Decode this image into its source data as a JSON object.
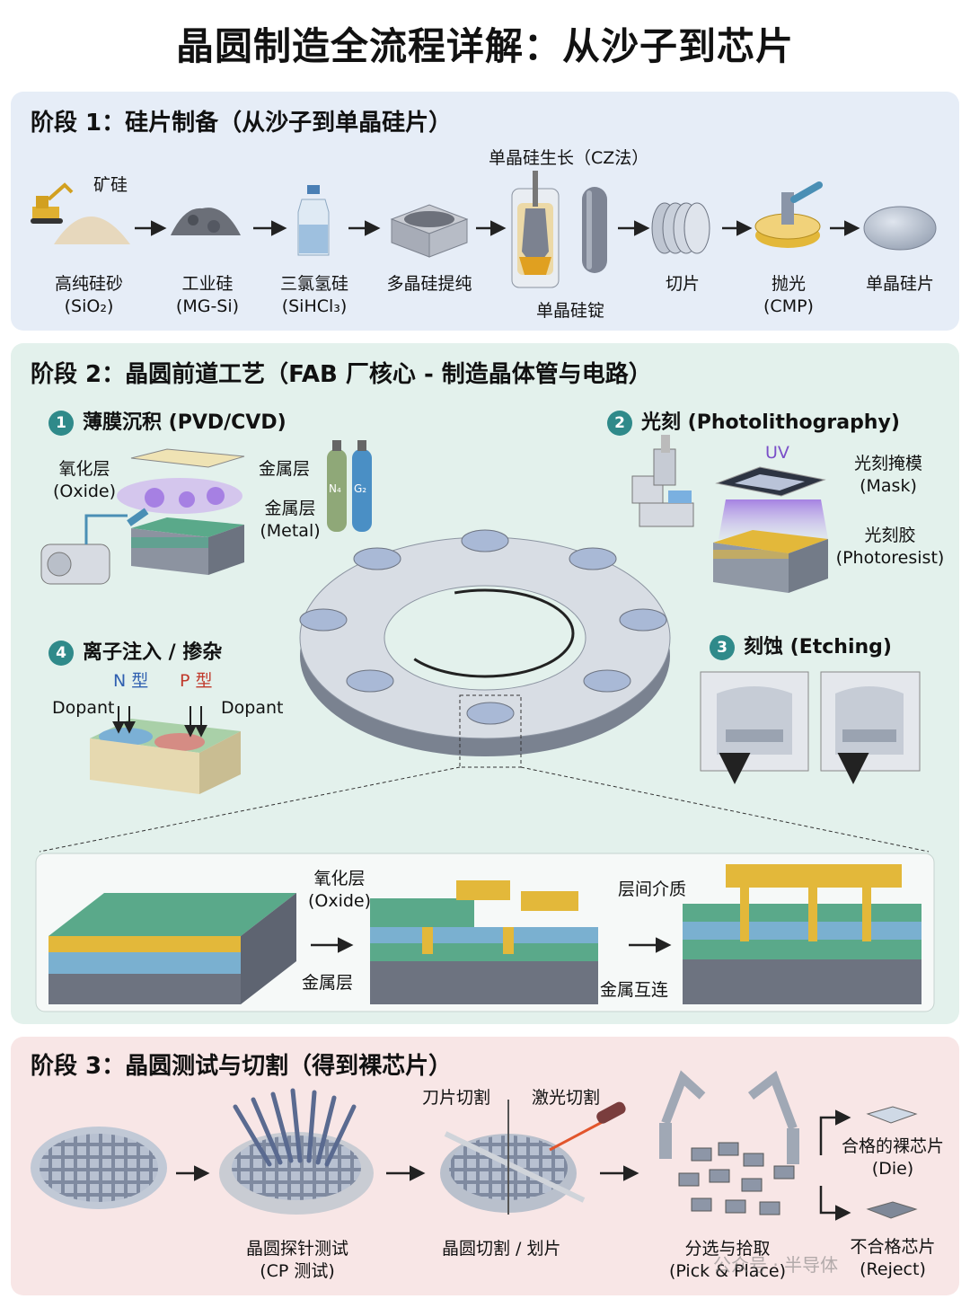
{
  "title": "晶圆制造全流程详解：从沙子到芯片",
  "stage1": {
    "heading": "阶段 1：硅片制备（从沙子到单晶硅片）",
    "ore_label": "矿硅",
    "cz_label": "单晶硅生长（CZ法）",
    "ingot_label": "单晶硅锭",
    "steps": [
      {
        "name": "高纯硅砂",
        "sub": "(SiO₂)"
      },
      {
        "name": "工业硅",
        "sub": "(MG-Si)"
      },
      {
        "name": "三氯氢硅",
        "sub": "(SiHCl₃)"
      },
      {
        "name": "多晶硅提纯",
        "sub": ""
      },
      {
        "name": "切片",
        "sub": ""
      },
      {
        "name": "抛光",
        "sub": "(CMP)"
      },
      {
        "name": "单晶硅片",
        "sub": ""
      }
    ]
  },
  "stage2": {
    "heading": "阶段 2：晶圆前道工艺（FAB 厂核心 - 制造晶体管与电路）",
    "dep": {
      "num": "1",
      "title": "薄膜沉积 (PVD/CVD)",
      "oxide": "氧化层",
      "oxide_en": "(Oxide)",
      "metal1": "金属层",
      "metal2": "金属层",
      "metal_en": "(Metal)",
      "gas1": "N₄",
      "gas2": "G₂"
    },
    "litho": {
      "num": "2",
      "title": "光刻 (Photolithography)",
      "uv": "UV",
      "mask": "光刻掩模",
      "mask_en": "(Mask)",
      "resist": "光刻胶",
      "resist_en": "(Photoresist)"
    },
    "etch": {
      "num": "3",
      "title": "刻蚀 (Etching)"
    },
    "ion": {
      "num": "4",
      "title": "离子注入 / 掺杂",
      "n": "N 型",
      "p": "P 型",
      "dopant1": "Dopant",
      "dopant2": "Dopant"
    },
    "cross": {
      "oxide": "氧化层",
      "oxide_en": "(Oxide)",
      "metal": "金属层",
      "ild": "层间介质",
      "interconnect": "金属互连"
    }
  },
  "stage3": {
    "heading": "阶段 3：晶圆测试与切割（得到裸芯片）",
    "probe": {
      "name": "晶圆探针测试",
      "sub": "(CP 测试)"
    },
    "blade": "刀片切割",
    "laser": "激光切割",
    "dicing": "晶圆切割 / 划片",
    "sort": {
      "name": "分选与拾取",
      "sub": "(Pick & Place)"
    },
    "good": {
      "name": "合格的裸芯片",
      "sub": "(Die)"
    },
    "reject": {
      "name": "不合格芯片",
      "sub": "(Reject)"
    }
  },
  "watermark": "公众号 · 半导体",
  "colors": {
    "teal": "#2f8a8a",
    "metal": "#e3b83a",
    "green": "#4fa78a",
    "blue": "#6fa7c7",
    "purple": "#9a6ee0"
  }
}
